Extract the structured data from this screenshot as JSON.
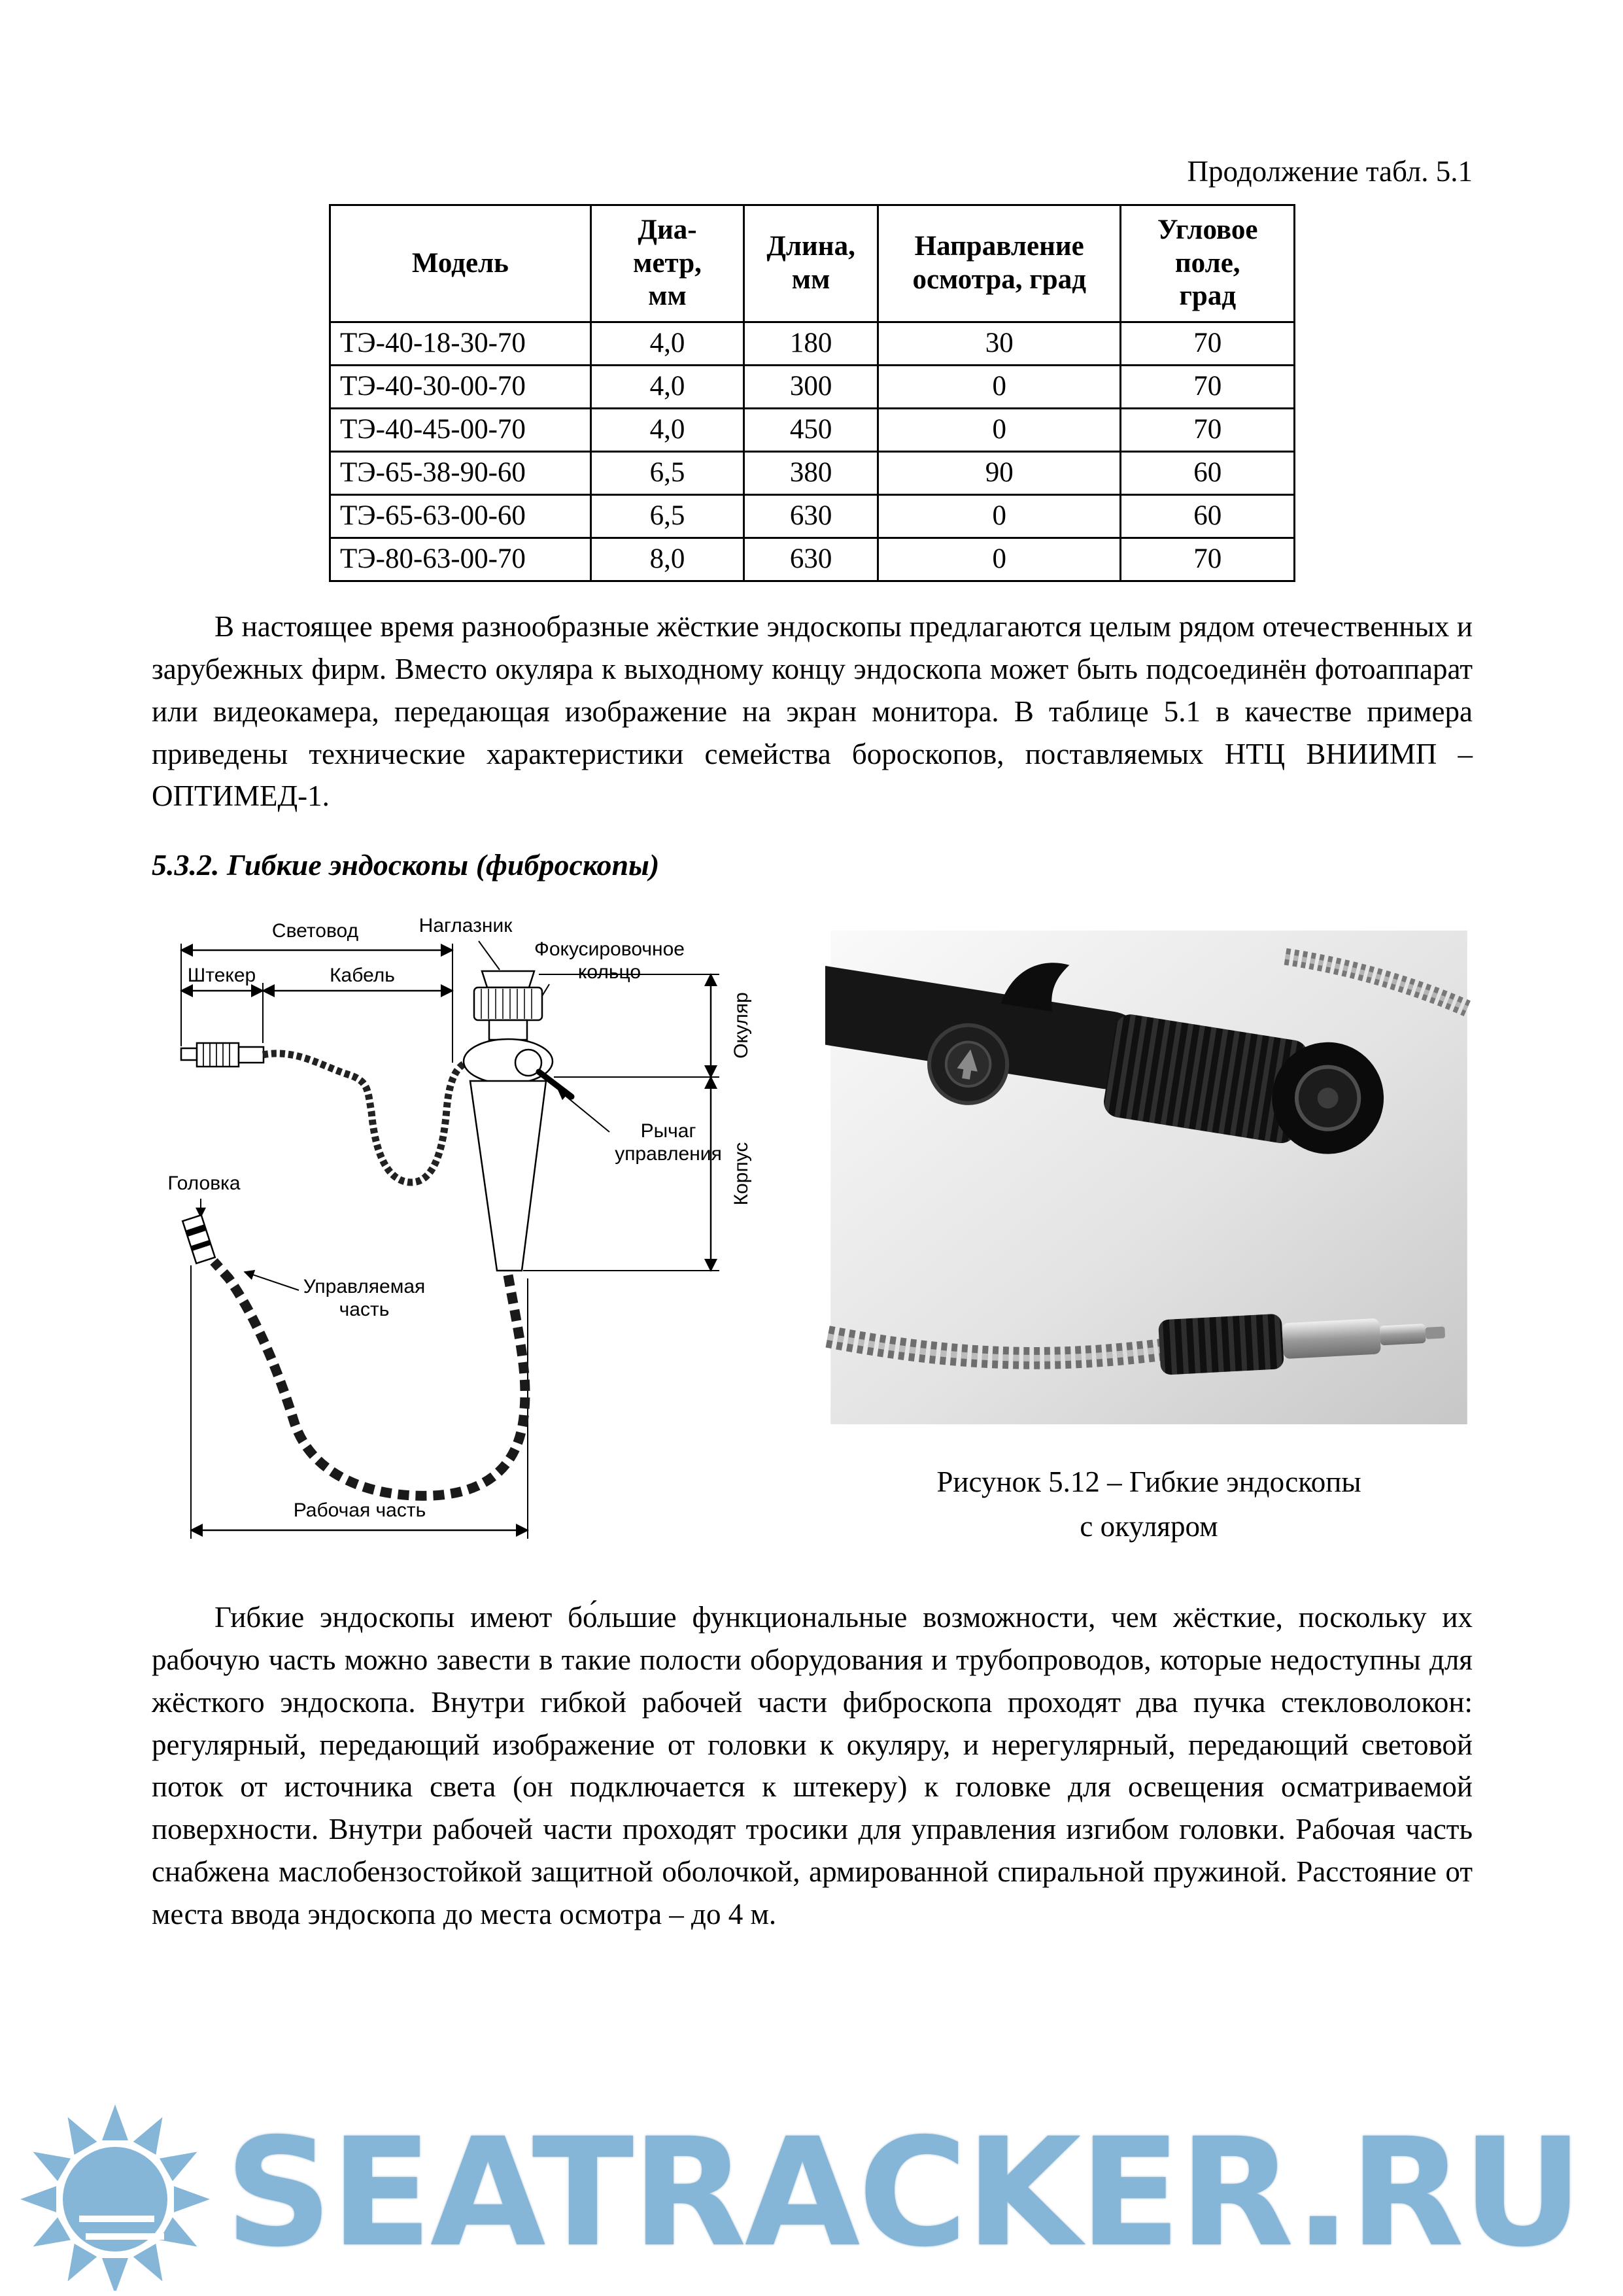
{
  "page": {
    "continuation": "Продолжение табл. 5.1",
    "paragraph1": "В настоящее время разнообразные жёсткие эндоскопы предлагаются целым рядом отечественных и зарубежных фирм. Вместо окуляра к выходному концу эндоскопа может быть подсоединён фотоаппарат или видеокамера, передающая изображение на экран монитора. В таблице 5.1 в качестве примера приведены технические характеристики семейства бороскопов, поставляемых НТЦ ВНИИМП – ОПТИМЕД-1.",
    "section_heading": "5.3.2. Гибкие эндоскопы (фиброскопы)",
    "caption_line1": "Рисунок 5.12 – Гибкие эндоскопы",
    "caption_line2": "с окуляром",
    "paragraph2": "Гибкие эндоскопы имеют бо́льшие функциональные возможности, чем жёсткие, поскольку их рабочую часть можно завести в такие полости оборудования и трубопроводов, которые недоступны для жёсткого эндоскопа. Внутри гибкой рабочей части фиброскопа проходят два пучка стекловолокон: регулярный, передающий изображение от головки к окуляру, и нерегулярный, передающий световой поток от источника света (он подключается к штекеру) к головке для освещения осматриваемой поверхности. Внутри рабочей части проходят тросики для управления изгибом головки. Рабочая часть снабжена маслобензостойкой защитной оболочкой, армированной спиральной пружиной. Расстояние от места ввода эндоскопа до места осмотра – до 4 м.",
    "watermark": "SEATRACKER.RU"
  },
  "table": {
    "headers": [
      "Модель",
      "Диа-\nметр,\nмм",
      "Длина,\nмм",
      "Направление\nосмотра, град",
      "Угловое\nполе,\nград"
    ],
    "rows": [
      [
        "ТЭ-40-18-30-70",
        "4,0",
        "180",
        "30",
        "70"
      ],
      [
        "ТЭ-40-30-00-70",
        "4,0",
        "300",
        "0",
        "70"
      ],
      [
        "ТЭ-40-45-00-70",
        "4,0",
        "450",
        "0",
        "70"
      ],
      [
        "ТЭ-65-38-90-60",
        "6,5",
        "380",
        "90",
        "60"
      ],
      [
        "ТЭ-65-63-00-60",
        "6,5",
        "630",
        "0",
        "60"
      ],
      [
        "ТЭ-80-63-00-70",
        "8,0",
        "630",
        "0",
        "70"
      ]
    ]
  },
  "diagram": {
    "labels": {
      "naglaznik": "Наглазник",
      "fokus_koltso": "Фокусировочное\nкольцо",
      "svetovod": "Световод",
      "shteker": "Штекер",
      "kabel": "Кабель",
      "okulyar": "Окуляр",
      "korpus": "Корпус",
      "rychag": "Рычаг\nуправления",
      "golovka": "Головка",
      "upravlyaemaya": "Управляемая\nчасть",
      "rabochaya": "Рабочая часть"
    }
  },
  "colors": {
    "watermark_blue": "#7db1d4",
    "text": "#000000",
    "page_bg": "#ffffff"
  }
}
